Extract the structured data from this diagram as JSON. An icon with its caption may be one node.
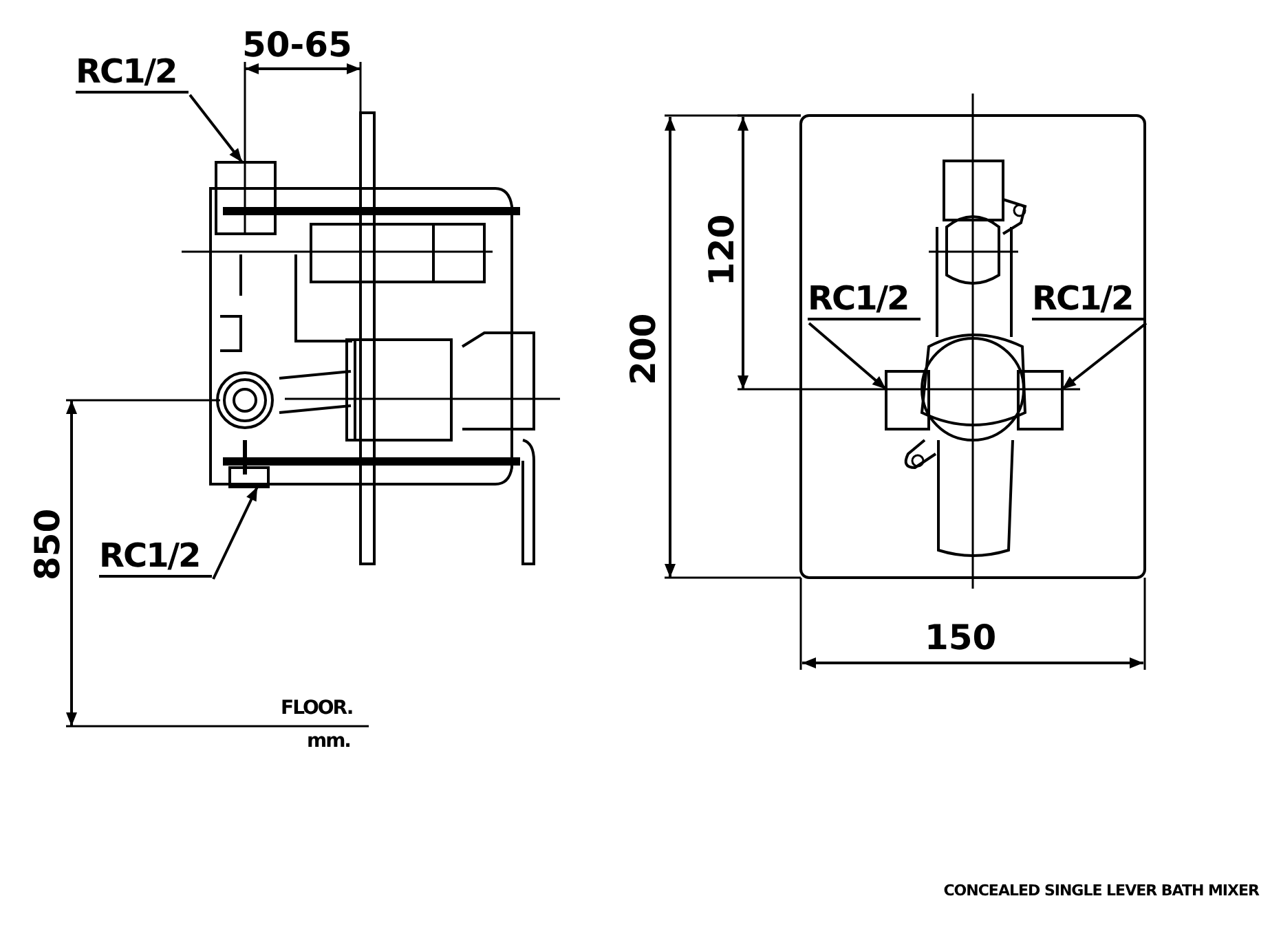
{
  "diagram": {
    "caption": "CONCEALED SINGLE LEVER BATH MIXER",
    "nodes": [
      {
        "text": [
          "RC1/2"
        ]
      },
      {
        "text": [
          "RC1/2"
        ]
      },
      {
        "text": [
          "RC1/2"
        ]
      },
      {
        "text": [
          "RC1/2"
        ]
      },
      {
        "text": [],
        "shape": "box"
      },
      {
        "text": [],
        "shape": "box"
      },
      {
        "text": [],
        "shape": "box"
      },
      {
        "text": [],
        "shape": "box"
      }
    ],
    "edges": [
      {
        "from": 0,
        "to": 4,
        "arrow": "to"
      },
      {
        "from": 1,
        "to": 5,
        "arrow": "to"
      },
      {
        "from": 2,
        "to": 6,
        "arrow": "to"
      },
      {
        "from": 3,
        "to": 7,
        "arrow": "to"
      }
    ],
    "labels": [
      "50-65",
      "850",
      "FLOOR.",
      "mm.",
      "200",
      "120",
      "150"
    ]
  }
}
